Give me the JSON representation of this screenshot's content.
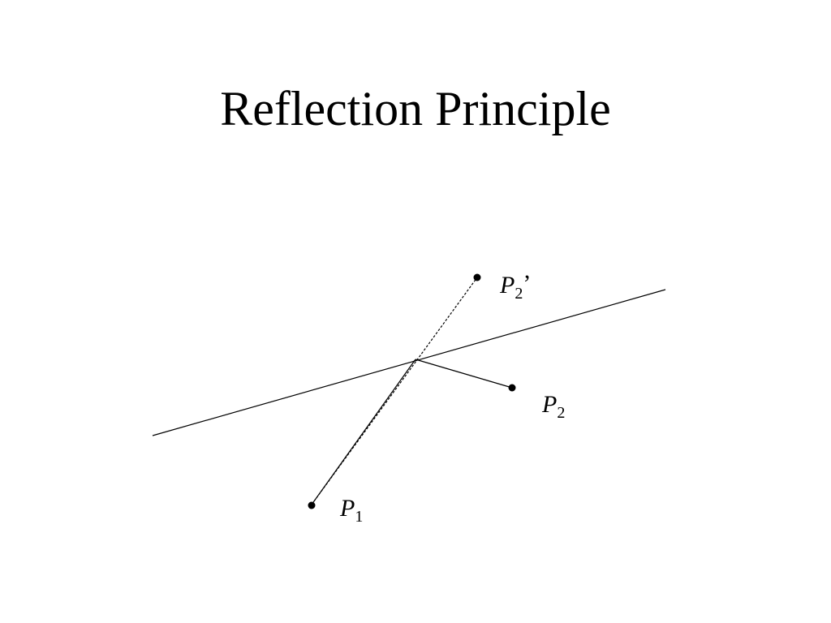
{
  "slide": {
    "title": "Reflection Principle"
  },
  "diagram": {
    "points": {
      "p1": {
        "main": "P",
        "sub": "1",
        "prime": ""
      },
      "p2": {
        "main": "P",
        "sub": "2",
        "prime": ""
      },
      "p2_reflected": {
        "main": "P",
        "sub": "2",
        "prime": "’"
      }
    },
    "colors": {
      "ink": "#000000",
      "background": "#ffffff"
    }
  }
}
